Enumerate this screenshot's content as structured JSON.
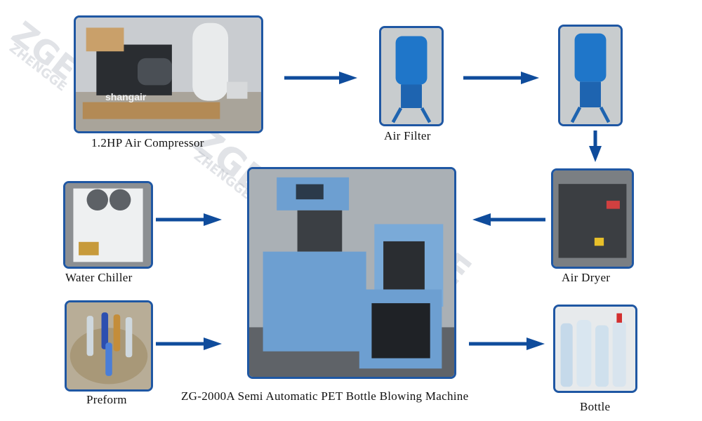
{
  "nodes": {
    "compressor": {
      "label": "1.2HP Air Compressor",
      "brand": "shangair"
    },
    "filter": {
      "label": "Air Filter"
    },
    "dryer": {
      "label": "Air  Dryer"
    },
    "chiller": {
      "label": "Water  Chiller"
    },
    "preform": {
      "label": "Preform"
    },
    "machine": {
      "label": "ZG-2000A Semi Automatic PET Bottle Blowing Machine"
    },
    "bottle": {
      "label": "Bottle"
    }
  },
  "watermark": {
    "text_line1": "ZGE",
    "text_line2": "ZHENGGE"
  },
  "colors": {
    "frame": "#1f57a3",
    "arrow": "#0f4c9c",
    "machine_blue": "#6d9fd1"
  }
}
